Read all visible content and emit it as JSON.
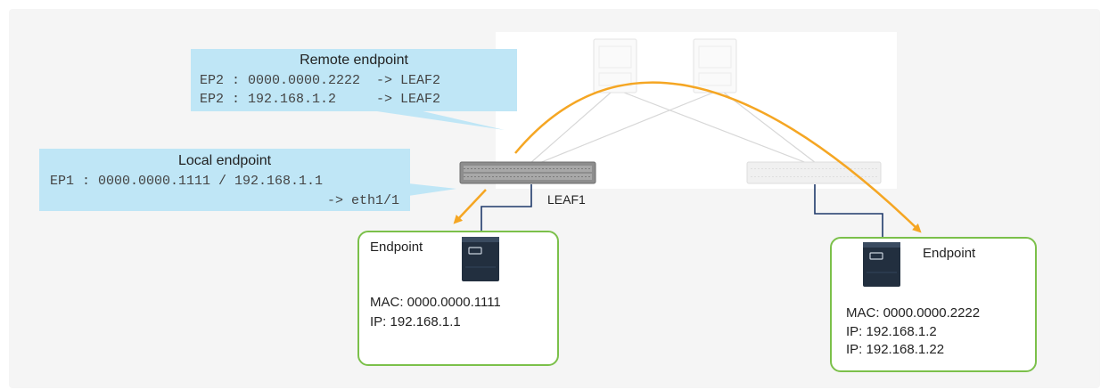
{
  "remote_callout": {
    "title": "Remote endpoint",
    "line1": "EP2 : 0000.0000.2222  -> LEAF2",
    "line2": "EP2 : 192.168.1.2     -> LEAF2"
  },
  "local_callout": {
    "title": "Local endpoint",
    "line1": "EP1 : 0000.0000.1111 / 192.168.1.1",
    "line2": "-> eth1/1"
  },
  "leaf1_label": "LEAF1",
  "endpoint1": {
    "title": "Endpoint",
    "mac": "MAC: 0000.0000.1111",
    "ip1": "IP: 192.168.1.1"
  },
  "endpoint2": {
    "title": "Endpoint",
    "mac": "MAC: 0000.0000.2222",
    "ip1": "IP: 192.168.1.2",
    "ip2": "IP: 192.168.1.22"
  },
  "colors": {
    "arrow": "#f5a623",
    "callout_bg": "#bfe6f6",
    "endpoint_border": "#7bc04a",
    "link": "#1f3a6b"
  }
}
